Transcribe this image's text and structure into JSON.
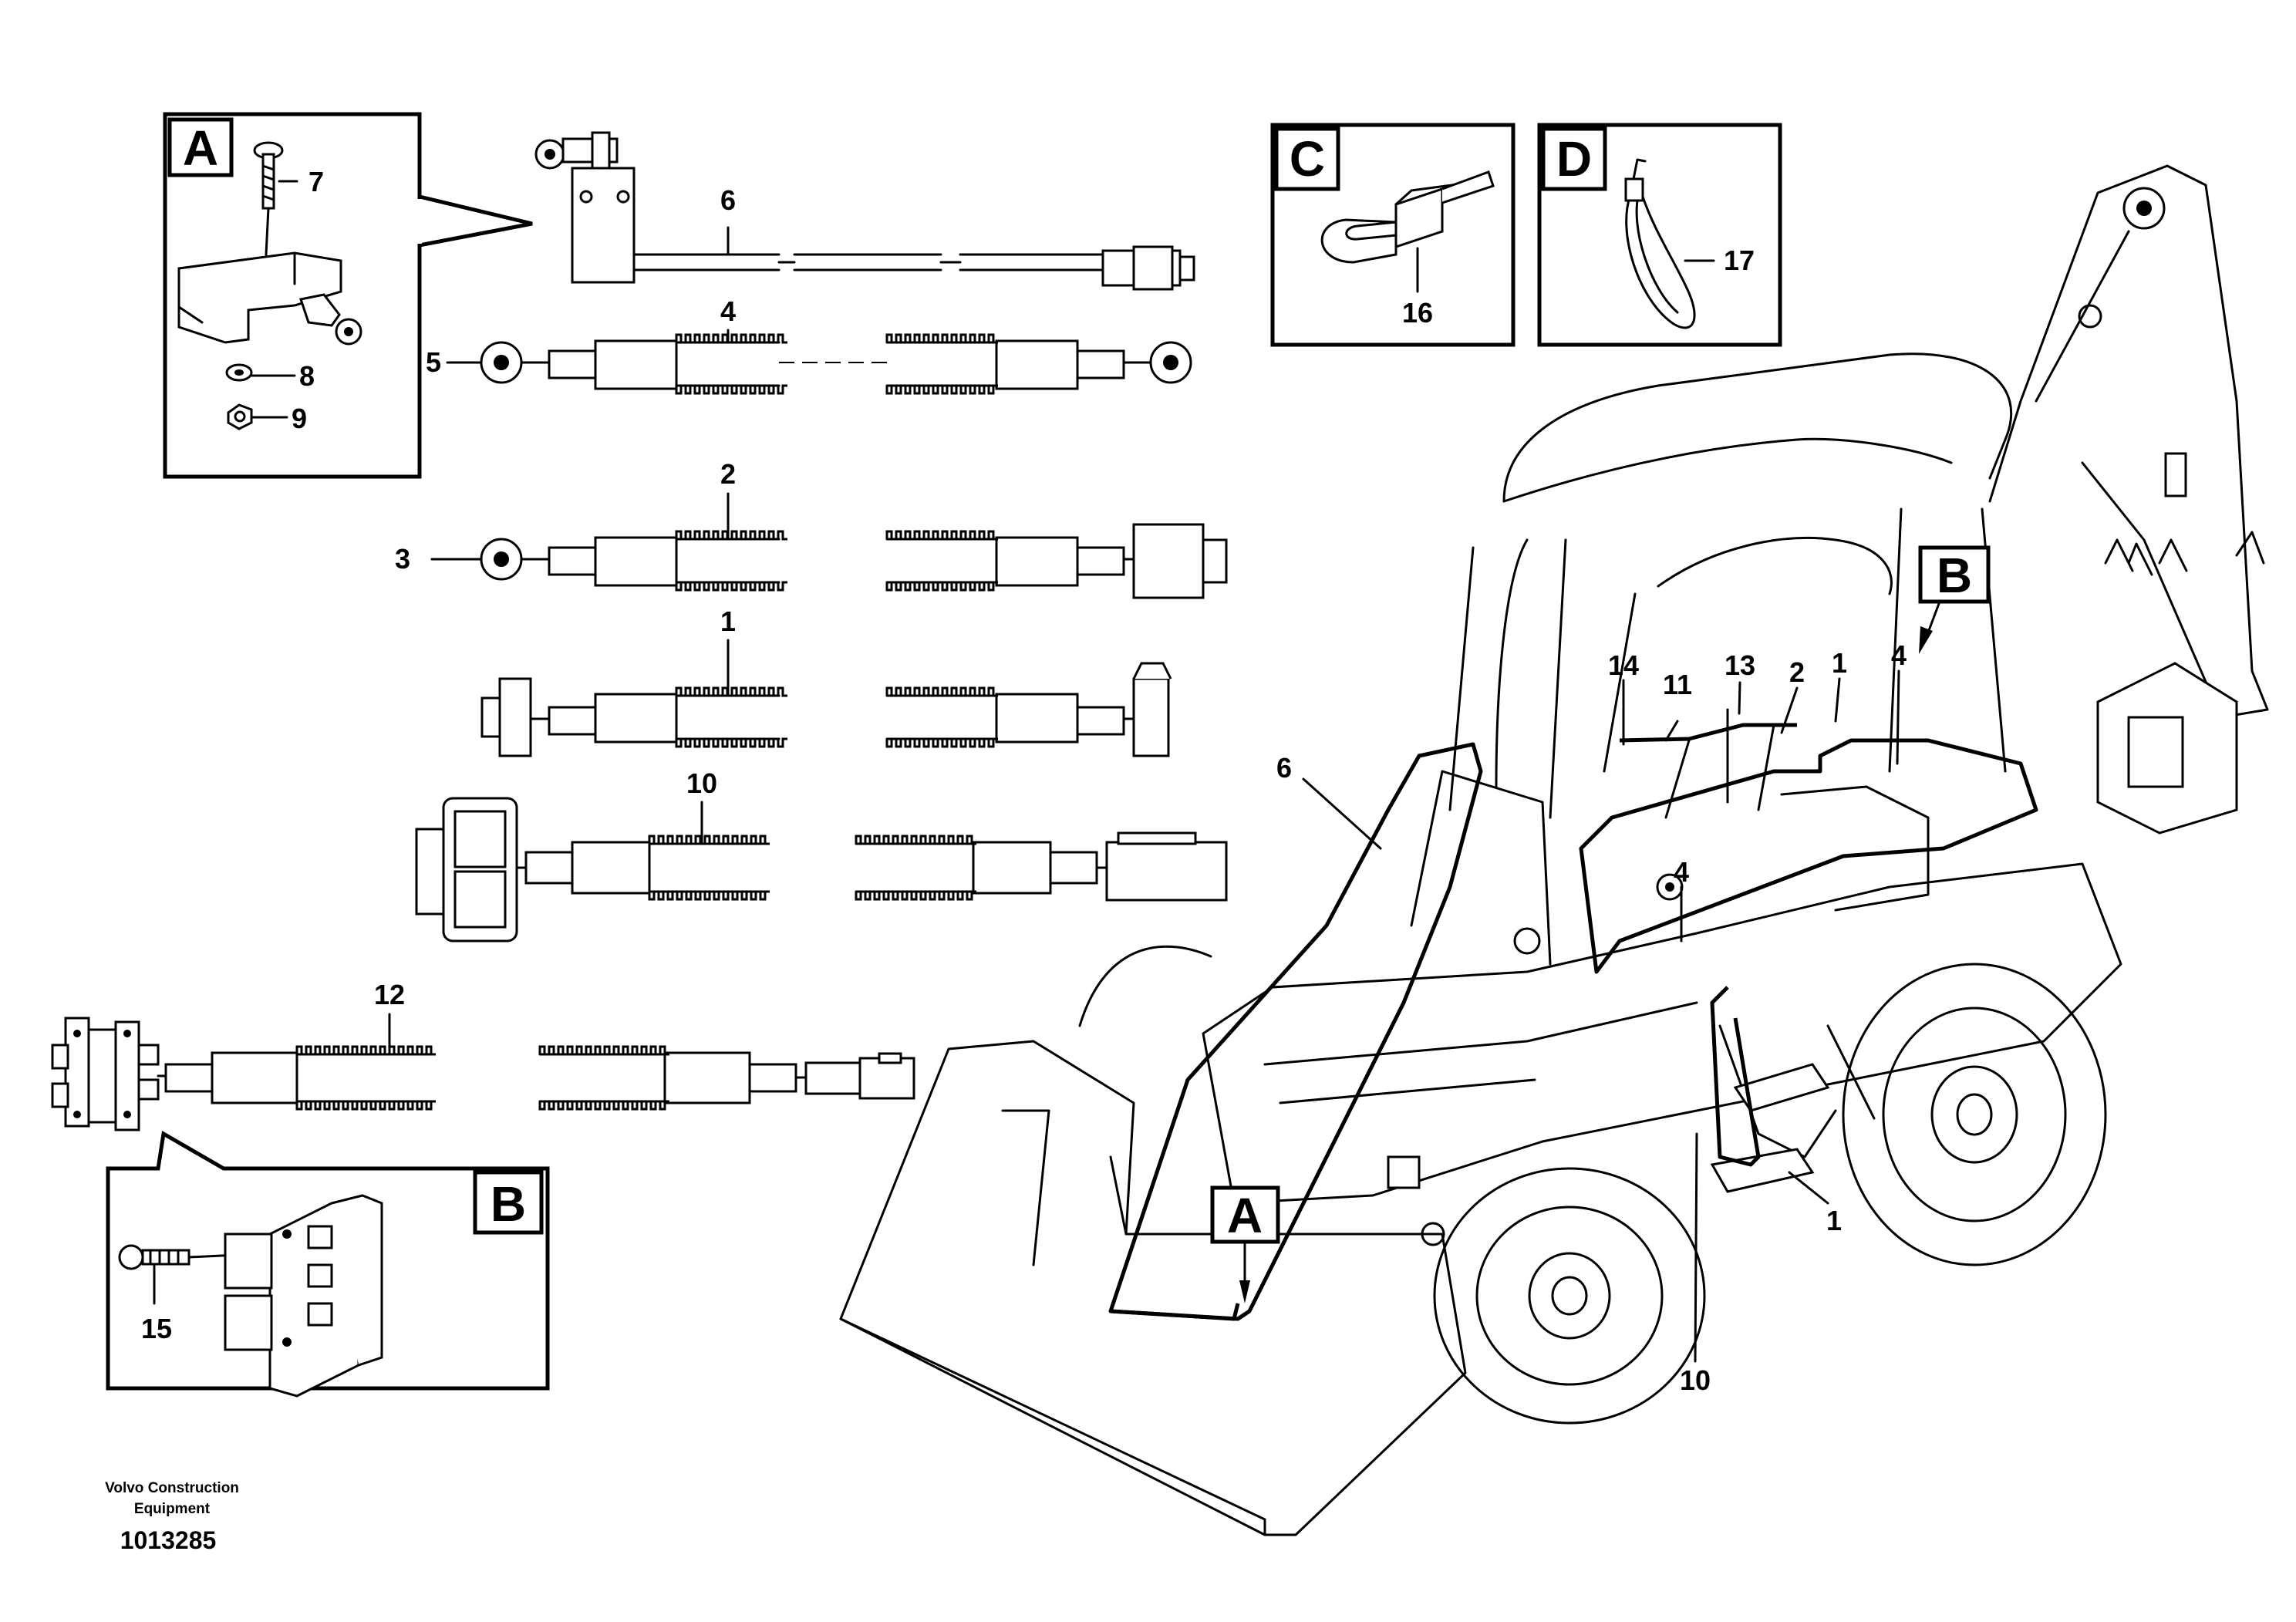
{
  "diagram": {
    "manufacturer_line1": "Volvo Construction",
    "manufacturer_line2": "Equipment",
    "document_number": "1013285"
  },
  "detail_views": {
    "A": "A",
    "B": "B",
    "C": "C",
    "D": "D"
  },
  "machine_callouts": {
    "A": "A",
    "B": "B"
  },
  "part_numbers": {
    "p1": "1",
    "p2": "2",
    "p3": "3",
    "p4": "4",
    "p5": "5",
    "p6": "6",
    "p7": "7",
    "p8": "8",
    "p9": "9",
    "p10": "10",
    "p11": "11",
    "p12": "12",
    "p13": "13",
    "p14": "14",
    "p15": "15",
    "p16": "16",
    "p17": "17"
  },
  "machine_labels": {
    "m14": "14",
    "m11": "11",
    "m13": "13",
    "m2": "2",
    "m1_top": "1",
    "m4_top": "4",
    "m6": "6",
    "m4_mid": "4",
    "m1_low": "1",
    "m10": "10"
  }
}
